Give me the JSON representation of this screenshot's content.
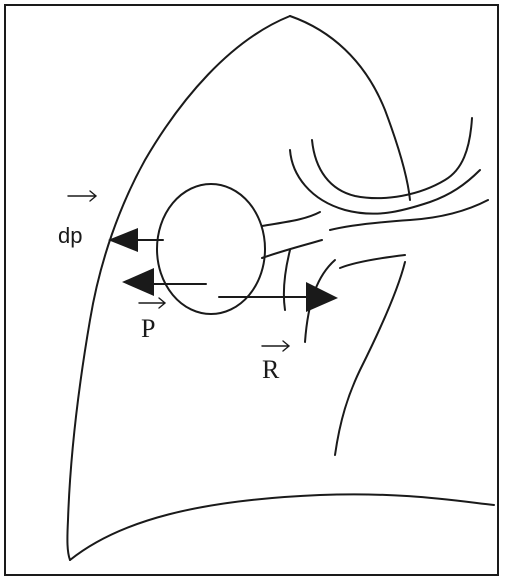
{
  "diagram": {
    "labels": {
      "dp": "dp",
      "p": "P",
      "r": "R"
    },
    "colors": {
      "ink": "#1a1a1a",
      "background": "#ffffff"
    }
  }
}
